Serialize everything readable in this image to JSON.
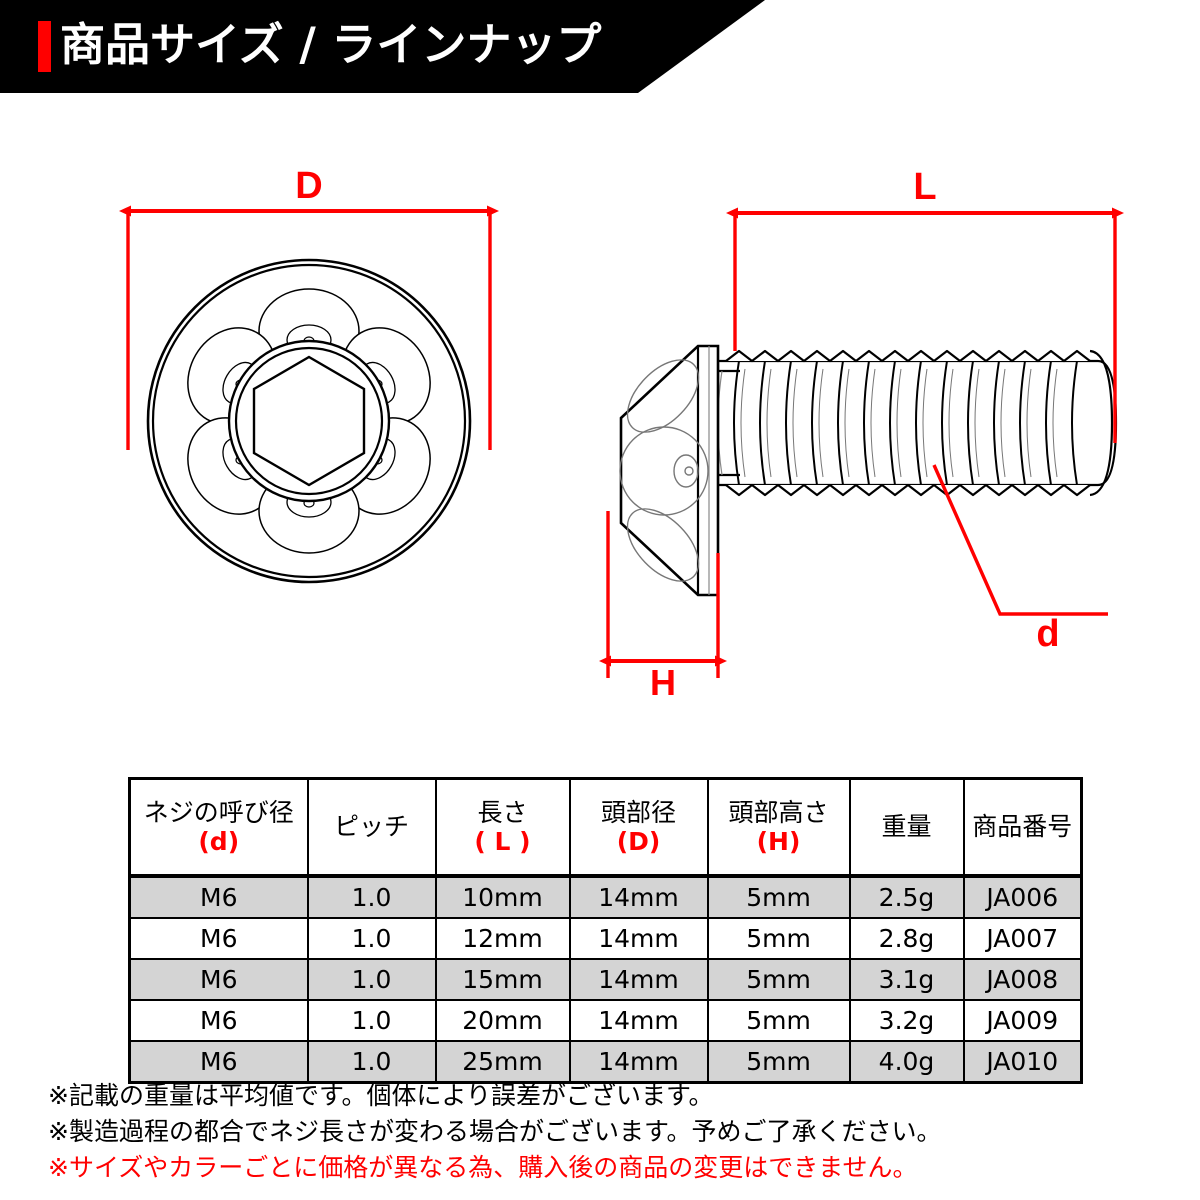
{
  "header": {
    "title": "商品サイズ / ラインナップ",
    "accent_color": "#ff0000",
    "background_color": "#000000",
    "text_color": "#ffffff"
  },
  "diagram": {
    "dimension_color": "#ff0000",
    "line_color": "#000000",
    "top_view": {
      "name": "bolt-head-top-view",
      "dimension_label": "D",
      "socket_type": "hex",
      "dimple_count": 6
    },
    "side_view": {
      "name": "bolt-side-view",
      "length_label": "L",
      "head_height_label": "H",
      "thread_diameter_label": "d"
    }
  },
  "table": {
    "headers": [
      {
        "main": "ネジの呼び径",
        "symbol": "(d)"
      },
      {
        "main": "ピッチ",
        "symbol": ""
      },
      {
        "main": "長さ",
        "symbol": "( L )"
      },
      {
        "main": "頭部径",
        "symbol": "(D)"
      },
      {
        "main": "頭部高さ",
        "symbol": "(H)"
      },
      {
        "main": "重量",
        "symbol": ""
      },
      {
        "main": "商品番号",
        "symbol": ""
      }
    ],
    "rows": [
      {
        "shaded": true,
        "cells": [
          "M6",
          "1.0",
          "10mm",
          "14mm",
          "5mm",
          "2.5g",
          "JA006"
        ]
      },
      {
        "shaded": false,
        "cells": [
          "M6",
          "1.0",
          "12mm",
          "14mm",
          "5mm",
          "2.8g",
          "JA007"
        ]
      },
      {
        "shaded": true,
        "cells": [
          "M6",
          "1.0",
          "15mm",
          "14mm",
          "5mm",
          "3.1g",
          "JA008"
        ]
      },
      {
        "shaded": false,
        "cells": [
          "M6",
          "1.0",
          "20mm",
          "14mm",
          "5mm",
          "3.2g",
          "JA009"
        ]
      },
      {
        "shaded": true,
        "cells": [
          "M6",
          "1.0",
          "25mm",
          "14mm",
          "5mm",
          "4.0g",
          "JA010"
        ]
      }
    ],
    "shaded_row_color": "#d4d4d4",
    "symbol_color": "#ff0000"
  },
  "footnotes": [
    {
      "text": "※記載の重量は平均値です。個体により誤差がございます。",
      "color": "black"
    },
    {
      "text": "※製造過程の都合でネジ長さが変わる場合がございます。予めご了承ください。",
      "color": "black"
    },
    {
      "text": "※サイズやカラーごとに価格が異なる為、購入後の商品の変更はできません。",
      "color": "red"
    }
  ]
}
